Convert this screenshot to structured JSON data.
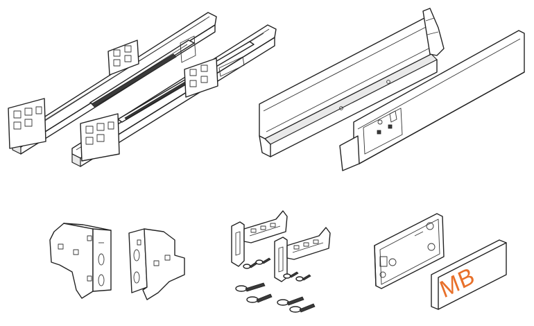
{
  "cap_label": {
    "text": "MB"
  },
  "colors": {
    "line": "#222222",
    "background": "#ffffff",
    "cap_text": "#e8702a"
  },
  "parts": [
    {
      "name": "drawer-runner-left"
    },
    {
      "name": "drawer-runner-right"
    },
    {
      "name": "drawer-side-wall-left"
    },
    {
      "name": "drawer-side-wall-right"
    },
    {
      "name": "front-fixing-bracket-left"
    },
    {
      "name": "front-fixing-bracket-right"
    },
    {
      "name": "back-connector-left"
    },
    {
      "name": "back-connector-right"
    },
    {
      "name": "screws"
    },
    {
      "name": "cover-cap-plate"
    },
    {
      "name": "cover-cap"
    }
  ]
}
